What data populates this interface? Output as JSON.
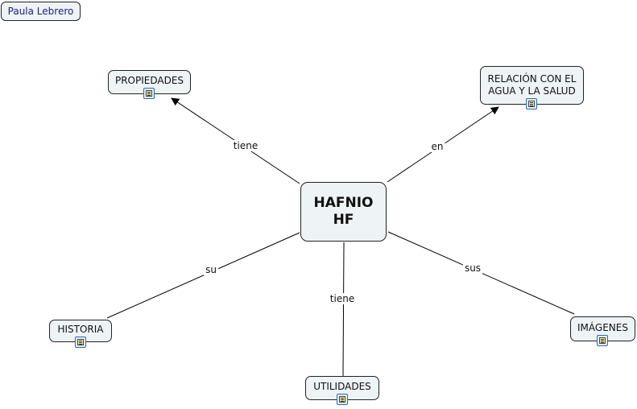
{
  "author": "Paula Lebrero",
  "center": {
    "line1": "HAFNIO",
    "line2": "HF"
  },
  "nodes": {
    "propiedades": "PROPIEDADES",
    "relacion_line1": "RELACIÓN CON EL",
    "relacion_line2": "AGUA Y LA SALUD",
    "historia": "HISTORIA",
    "utilidades": "UTILIDADES",
    "imagenes": "IMÁGENES"
  },
  "links": {
    "propiedades": "tiene",
    "relacion": "en",
    "historia": "su",
    "utilidades": "tiene",
    "imagenes": "sus"
  },
  "icons": {
    "resource": "attached-resource-icon"
  }
}
